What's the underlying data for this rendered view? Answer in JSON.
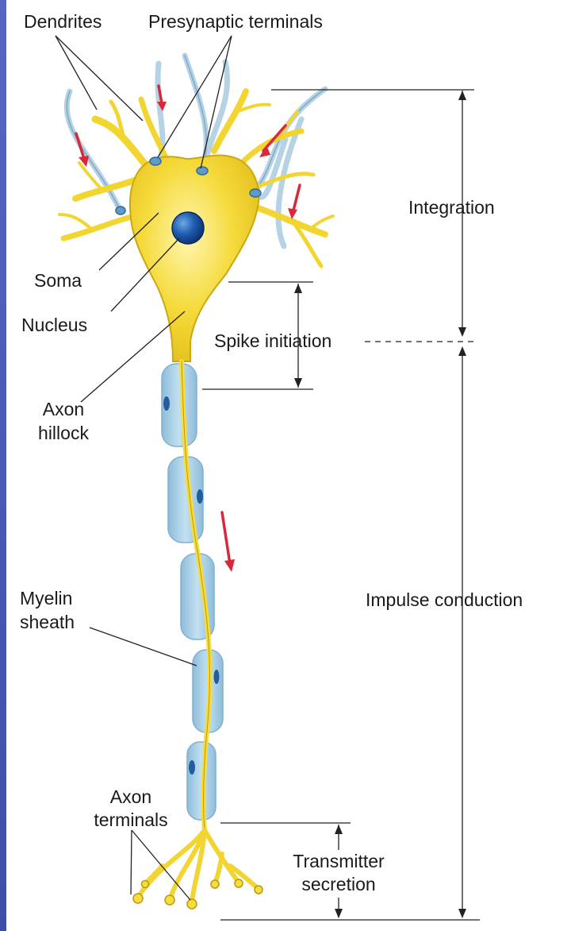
{
  "labels": {
    "dendrites": "Dendrites",
    "presynaptic_terminals": "Presynaptic terminals",
    "soma": "Soma",
    "nucleus": "Nucleus",
    "axon_hillock_line1": "Axon",
    "axon_hillock_line2": "hillock",
    "myelin_line1": "Myelin",
    "myelin_line2": "sheath",
    "axon_terminals_line1": "Axon",
    "axon_terminals_line2": "terminals",
    "integration": "Integration",
    "spike_initiation": "Spike initiation",
    "impulse_conduction": "Impulse conduction",
    "transmitter_line1": "Transmitter",
    "transmitter_line2": "secretion"
  },
  "colors": {
    "neuron_body": "#f2d530",
    "neuron_highlight": "#fff3a0",
    "neuron_edge": "#c9a80e",
    "myelin": "#a9cde3",
    "myelin_edge": "#7fb0cf",
    "presynaptic_axon": "#b6d3e6",
    "nucleus": "#1d56a6",
    "signal_arrow": "#d8283a",
    "strip": "#4a5bb8"
  }
}
